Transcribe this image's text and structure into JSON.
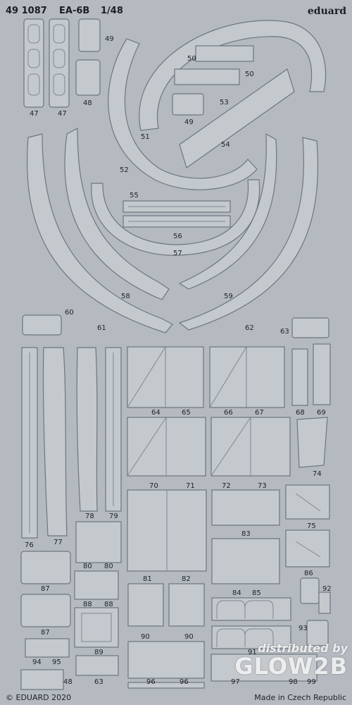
{
  "header": {
    "set_number": "49 1087",
    "model": "EA-6B",
    "scale": "1/48",
    "brand": "eduard"
  },
  "footer": {
    "copyright": "© EDUARD 2020",
    "origin": "Made in Czech Republic"
  },
  "watermark": {
    "line1": "distributed by",
    "line2": "GLOW2B"
  },
  "part_labels": {
    "p47a": "47",
    "p47b": "47",
    "p48a": "48",
    "p49a": "49",
    "p49b": "49",
    "p50a": "50",
    "p50b": "50",
    "p51": "51",
    "p52": "52",
    "p53": "53",
    "p54": "54",
    "p55": "55",
    "p56": "56",
    "p57": "57",
    "p58": "58",
    "p59": "59",
    "p60": "60",
    "p61": "61",
    "p62": "62",
    "p63a": "63",
    "p64": "64",
    "p65": "65",
    "p66": "66",
    "p67": "67",
    "p68": "68",
    "p69": "69",
    "p70": "70",
    "p71": "71",
    "p72": "72",
    "p73": "73",
    "p74": "74",
    "p75": "75",
    "p76": "76",
    "p77": "77",
    "p78": "78",
    "p79": "79",
    "p80a": "80",
    "p80b": "80",
    "p81": "81",
    "p82": "82",
    "p83": "83",
    "p84": "84",
    "p85": "85",
    "p86": "86",
    "p87a": "87",
    "p87b": "87",
    "p88a": "88",
    "p88b": "88",
    "p89": "89",
    "p90a": "90",
    "p90b": "90",
    "p91": "91",
    "p92": "92",
    "p93": "93",
    "p94": "94",
    "p95": "95",
    "p48b": "48",
    "p63b": "63",
    "p96a": "96",
    "p96b": "96",
    "p97": "97",
    "p98": "98",
    "p99": "99"
  },
  "colors": {
    "sheet": "#b4bac0",
    "part_fill": "#c4c9cd",
    "part_edge": "#6e767d",
    "text": "#1d2226"
  }
}
